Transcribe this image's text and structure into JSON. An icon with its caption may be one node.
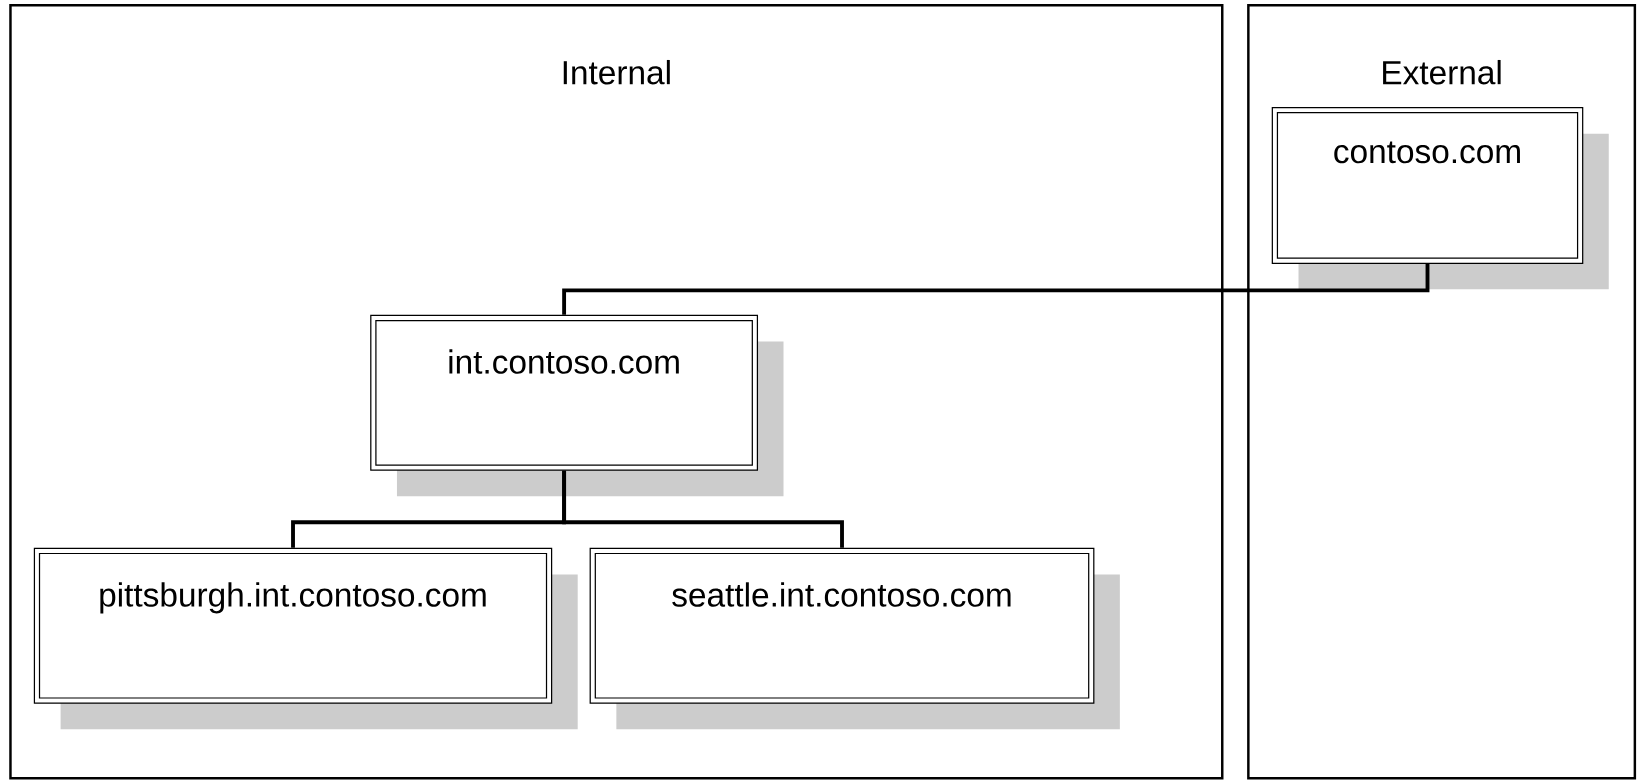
{
  "diagram": {
    "nodes": [
      {
        "text": [
          "Internal"
        ]
      },
      {
        "text": [
          "External"
        ]
      },
      {
        "text": [
          "contoso.com"
        ],
        "in": 1
      },
      {
        "text": [
          "int.contoso.com"
        ],
        "in": 0
      },
      {
        "text": [
          "pittsburgh.int.contoso.com"
        ],
        "in": 0
      },
      {
        "text": [
          "seattle.int.contoso.com"
        ],
        "in": 0
      }
    ],
    "edges": [
      {
        "from": 2,
        "to": 3,
        "arrow": "none"
      },
      {
        "from": 3,
        "to": 4,
        "arrow": "none"
      },
      {
        "from": 3,
        "to": 5,
        "arrow": "none"
      }
    ]
  }
}
